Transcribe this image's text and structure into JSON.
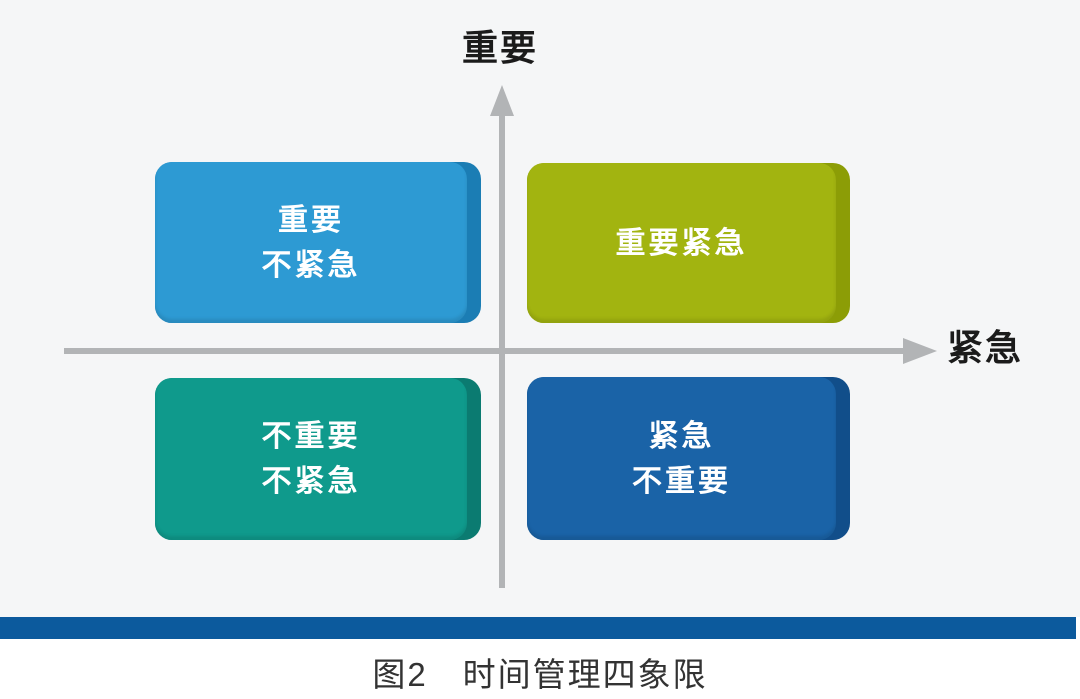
{
  "figure": {
    "caption": "图2　时间管理四象限",
    "y_axis_label": "重要",
    "x_axis_label": "紧急"
  },
  "quadrants": [
    {
      "name": "important-not-urgent",
      "position": "top-left",
      "lines": [
        "重要",
        "不紧急"
      ]
    },
    {
      "name": "important-urgent",
      "position": "top-right",
      "lines": [
        "重要紧急",
        ""
      ]
    },
    {
      "name": "not-important-not-urgent",
      "position": "bottom-left",
      "lines": [
        "不重要",
        "不紧急"
      ]
    },
    {
      "name": "urgent-not-important",
      "position": "bottom-right",
      "lines": [
        "紧急",
        "不重要"
      ]
    }
  ],
  "colors": {
    "background": "#f5f6f7",
    "axis": "#b2b4b6",
    "label-text": "#1b1b1b",
    "quadrant-text": "#ffffff",
    "divider-bar": "#0c5a9d",
    "caption-text": "#333333",
    "q-top-left-face": "#2d9ad3",
    "q-top-left-edge": "#1b7db4",
    "q-top-right-face": "#a2b410",
    "q-top-right-edge": "#8c9d06",
    "q-bottom-left-face": "#0f9a8c",
    "q-bottom-left-edge": "#0b7b71",
    "q-bottom-right-face": "#1a63a7",
    "q-bottom-right-edge": "#114e8a"
  }
}
